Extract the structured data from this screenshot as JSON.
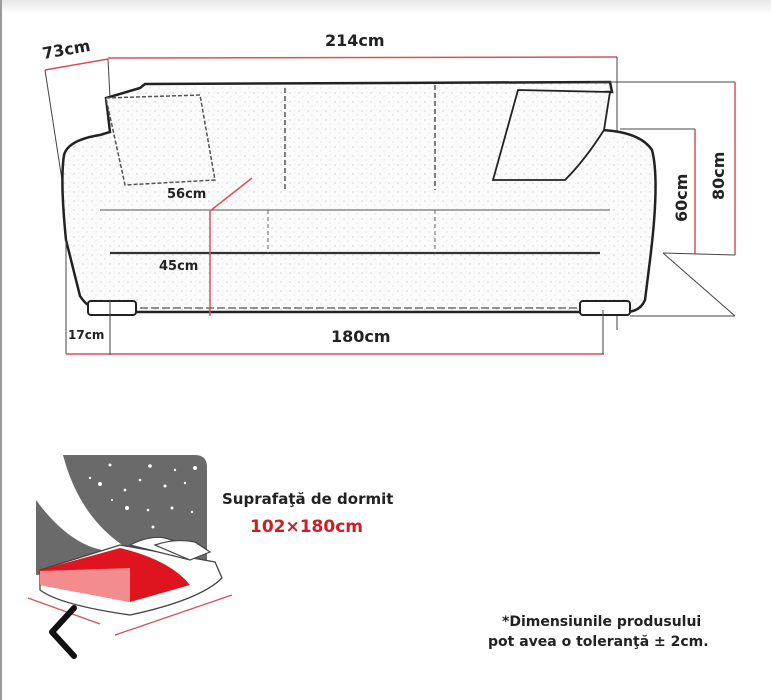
{
  "diagram": {
    "type": "product-dimensions",
    "product": "sofa",
    "dimensions": {
      "depth": "73cm",
      "total_width": "214cm",
      "seat_depth": "56cm",
      "seat_height": "45cm",
      "arm_height": "60cm",
      "total_height": "80cm",
      "leg_height": "17cm",
      "inner_width": "180cm"
    },
    "sleeping_surface": {
      "title": "Suprafaţă de dormit",
      "size": "102×180cm"
    },
    "note_line1": "*Dimensiunile produsului",
    "note_line2": "pot avea o toleranţă ± 2cm.",
    "colors": {
      "accent_red": "#d51a23",
      "dimension_line": "#d9505a",
      "sky_gray": "#6a6a6a",
      "text": "#222222"
    }
  },
  "nav": {
    "back_icon": "chevron-left-icon"
  }
}
